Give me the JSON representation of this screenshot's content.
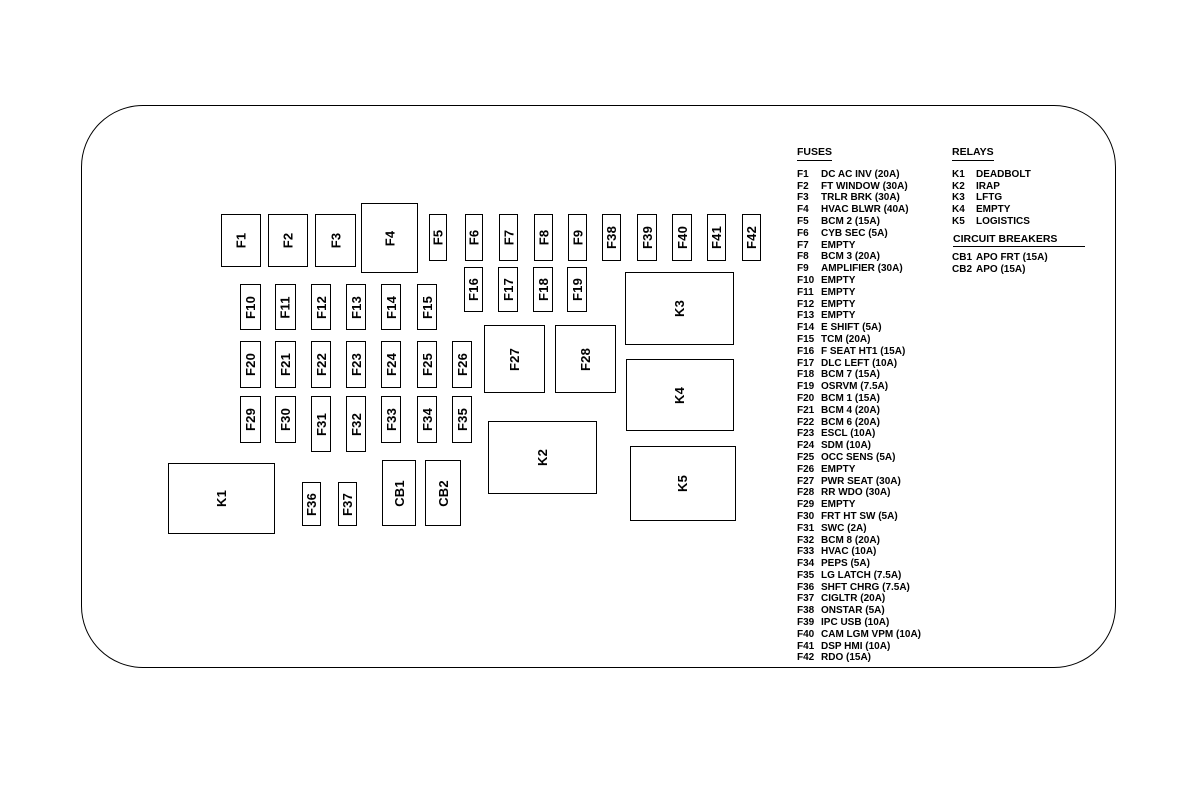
{
  "components": [
    {
      "label": "F1"
    },
    {
      "label": "F2"
    },
    {
      "label": "F3"
    },
    {
      "label": "F4"
    },
    {
      "label": "F5"
    },
    {
      "label": "F6"
    },
    {
      "label": "F7"
    },
    {
      "label": "F8"
    },
    {
      "label": "F9"
    },
    {
      "label": "F38"
    },
    {
      "label": "F39"
    },
    {
      "label": "F40"
    },
    {
      "label": "F41"
    },
    {
      "label": "F42"
    },
    {
      "label": "F16"
    },
    {
      "label": "F17"
    },
    {
      "label": "F18"
    },
    {
      "label": "F19"
    },
    {
      "label": "F10"
    },
    {
      "label": "F11"
    },
    {
      "label": "F12"
    },
    {
      "label": "F13"
    },
    {
      "label": "F14"
    },
    {
      "label": "F15"
    },
    {
      "label": "F20"
    },
    {
      "label": "F21"
    },
    {
      "label": "F22"
    },
    {
      "label": "F23"
    },
    {
      "label": "F24"
    },
    {
      "label": "F25"
    },
    {
      "label": "F26"
    },
    {
      "label": "F29"
    },
    {
      "label": "F30"
    },
    {
      "label": "F31"
    },
    {
      "label": "F32"
    },
    {
      "label": "F33"
    },
    {
      "label": "F34"
    },
    {
      "label": "F35"
    },
    {
      "label": "F27"
    },
    {
      "label": "F28"
    },
    {
      "label": "K3"
    },
    {
      "label": "K4"
    },
    {
      "label": "K5"
    },
    {
      "label": "K2"
    },
    {
      "label": "K1"
    },
    {
      "label": "F36"
    },
    {
      "label": "F37"
    },
    {
      "label": "CB1"
    },
    {
      "label": "CB2"
    }
  ],
  "legend": {
    "fuses_heading": "FUSES",
    "fuses": [
      {
        "code": "F1",
        "desc": "DC AC INV (20A)"
      },
      {
        "code": "F2",
        "desc": "FT WINDOW (30A)"
      },
      {
        "code": "F3",
        "desc": "TRLR BRK (30A)"
      },
      {
        "code": "F4",
        "desc": "HVAC BLWR (40A)"
      },
      {
        "code": "F5",
        "desc": "BCM 2 (15A)"
      },
      {
        "code": "F6",
        "desc": "CYB SEC (5A)"
      },
      {
        "code": "F7",
        "desc": "EMPTY"
      },
      {
        "code": "F8",
        "desc": "BCM 3 (20A)"
      },
      {
        "code": "F9",
        "desc": "AMPLIFIER (30A)"
      },
      {
        "code": "F10",
        "desc": "EMPTY"
      },
      {
        "code": "F11",
        "desc": "EMPTY"
      },
      {
        "code": "F12",
        "desc": "EMPTY"
      },
      {
        "code": "F13",
        "desc": "EMPTY"
      },
      {
        "code": "F14",
        "desc": "E SHIFT (5A)"
      },
      {
        "code": "F15",
        "desc": "TCM (20A)"
      },
      {
        "code": "F16",
        "desc": "F SEAT HT1 (15A)"
      },
      {
        "code": "F17",
        "desc": "DLC LEFT (10A)"
      },
      {
        "code": "F18",
        "desc": "BCM 7 (15A)"
      },
      {
        "code": "F19",
        "desc": "OSRVM (7.5A)"
      },
      {
        "code": "F20",
        "desc": "BCM 1 (15A)"
      },
      {
        "code": "F21",
        "desc": "BCM 4 (20A)"
      },
      {
        "code": "F22",
        "desc": "BCM 6 (20A)"
      },
      {
        "code": "F23",
        "desc": "ESCL (10A)"
      },
      {
        "code": "F24",
        "desc": "SDM (10A)"
      },
      {
        "code": "F25",
        "desc": "OCC SENS (5A)"
      },
      {
        "code": "F26",
        "desc": "EMPTY"
      },
      {
        "code": "F27",
        "desc": "PWR SEAT (30A)"
      },
      {
        "code": "F28",
        "desc": "RR WDO (30A)"
      },
      {
        "code": "F29",
        "desc": "EMPTY"
      },
      {
        "code": "F30",
        "desc": "FRT HT SW (5A)"
      },
      {
        "code": "F31",
        "desc": "SWC (2A)"
      },
      {
        "code": "F32",
        "desc": "BCM 8 (20A)"
      },
      {
        "code": "F33",
        "desc": "HVAC (10A)"
      },
      {
        "code": "F34",
        "desc": "PEPS (5A)"
      },
      {
        "code": "F35",
        "desc": "LG LATCH (7.5A)"
      },
      {
        "code": "F36",
        "desc": "SHFT CHRG (7.5A)"
      },
      {
        "code": "F37",
        "desc": "CIGLTR (20A)"
      },
      {
        "code": "F38",
        "desc": "ONSTAR (5A)"
      },
      {
        "code": "F39",
        "desc": "IPC USB (10A)"
      },
      {
        "code": "F40",
        "desc": "CAM LGM VPM (10A)"
      },
      {
        "code": "F41",
        "desc": "DSP HMI (10A)"
      },
      {
        "code": "F42",
        "desc": "RDO (15A)"
      }
    ],
    "relays_heading": "RELAYS",
    "relays": [
      {
        "code": "K1",
        "desc": "DEADBOLT"
      },
      {
        "code": "K2",
        "desc": "IRAP"
      },
      {
        "code": "K3",
        "desc": "LFTG"
      },
      {
        "code": "K4",
        "desc": "EMPTY"
      },
      {
        "code": "K5",
        "desc": "LOGISTICS"
      }
    ],
    "breakers_heading": "CIRCUIT BREAKERS",
    "breakers": [
      {
        "code": "CB1",
        "desc": "APO FRT (15A)"
      },
      {
        "code": "CB2",
        "desc": "APO (15A)"
      }
    ]
  }
}
